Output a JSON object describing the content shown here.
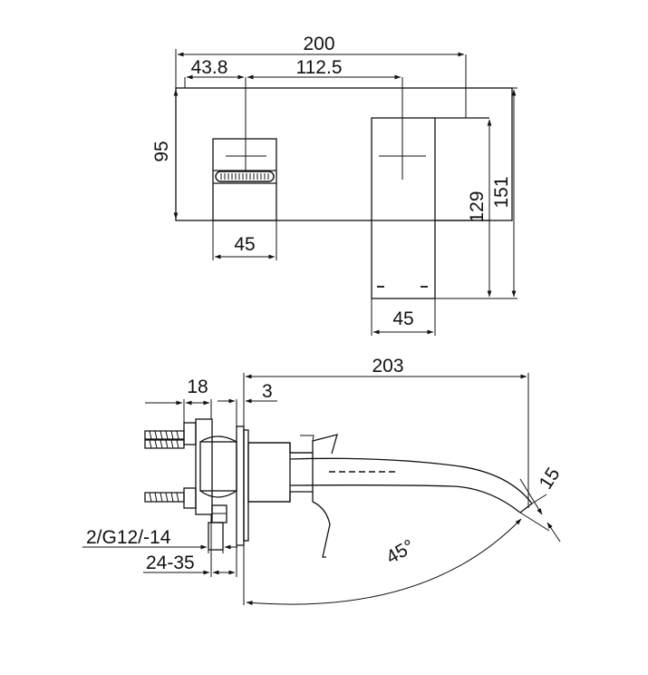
{
  "top_view": {
    "overall_width": "200",
    "handle_offset": "43.8",
    "center_distance": "112.5",
    "plate_height": "95",
    "handle_width": "45",
    "spout_width": "45",
    "spout_drop_inner": "129",
    "spout_drop_outer": "151"
  },
  "side_view": {
    "spout_projection": "203",
    "body_depth": "18",
    "plate_thickness": "3",
    "thread_spec": "2/G12/-14",
    "wall_range": "24-35",
    "outlet_size": "15",
    "swivel_angle": "45°"
  }
}
